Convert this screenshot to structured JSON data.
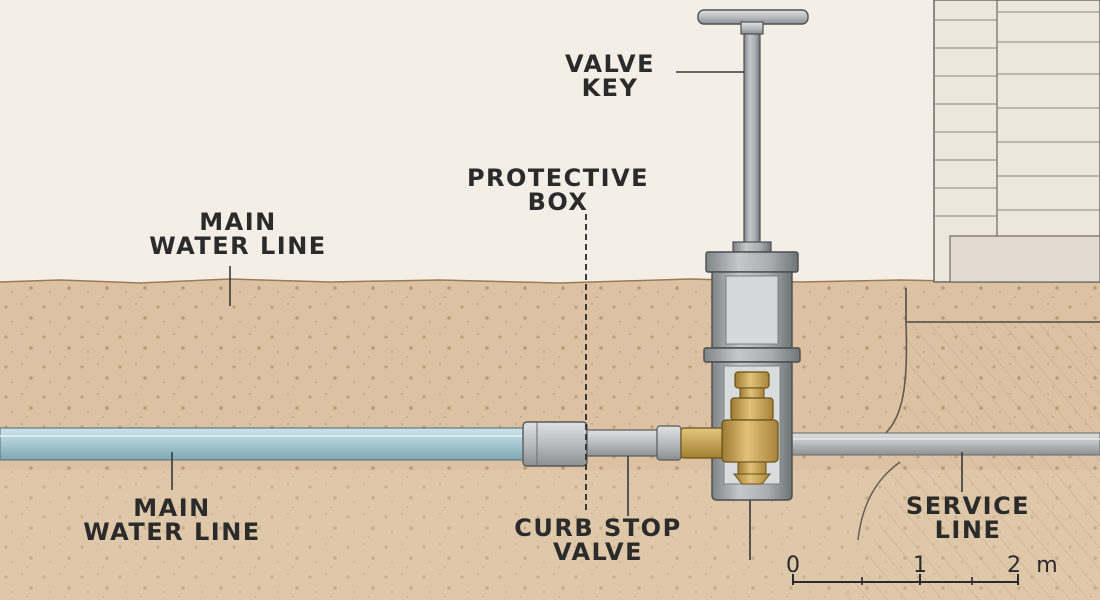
{
  "labels": {
    "valve_key": [
      "VALVE",
      "KEY"
    ],
    "protective_box": [
      "PROTECTIVE",
      "BOX"
    ],
    "main_water_line_upper": [
      "MAIN",
      "WATER LINE"
    ],
    "main_water_line_lower": [
      "MAIN",
      "WATER LINE"
    ],
    "curb_stop_valve": [
      "CURB STOP",
      "VALVE"
    ],
    "service_line": [
      "SERVICE",
      "LINE"
    ]
  },
  "scale": {
    "ticks": [
      "0",
      "1",
      "2"
    ],
    "unit": "m"
  },
  "colors": {
    "sky": "#f4eee6",
    "soil": "#dcc2a2",
    "soil_dark": "#cfae88",
    "pipe_blue": "#a9cbd6",
    "pipe_gray": "#b9bcbd",
    "brass": "#c9a24e",
    "metal": "#8e9396",
    "house_siding": "#ece6dc",
    "text": "#2b2b2b"
  }
}
